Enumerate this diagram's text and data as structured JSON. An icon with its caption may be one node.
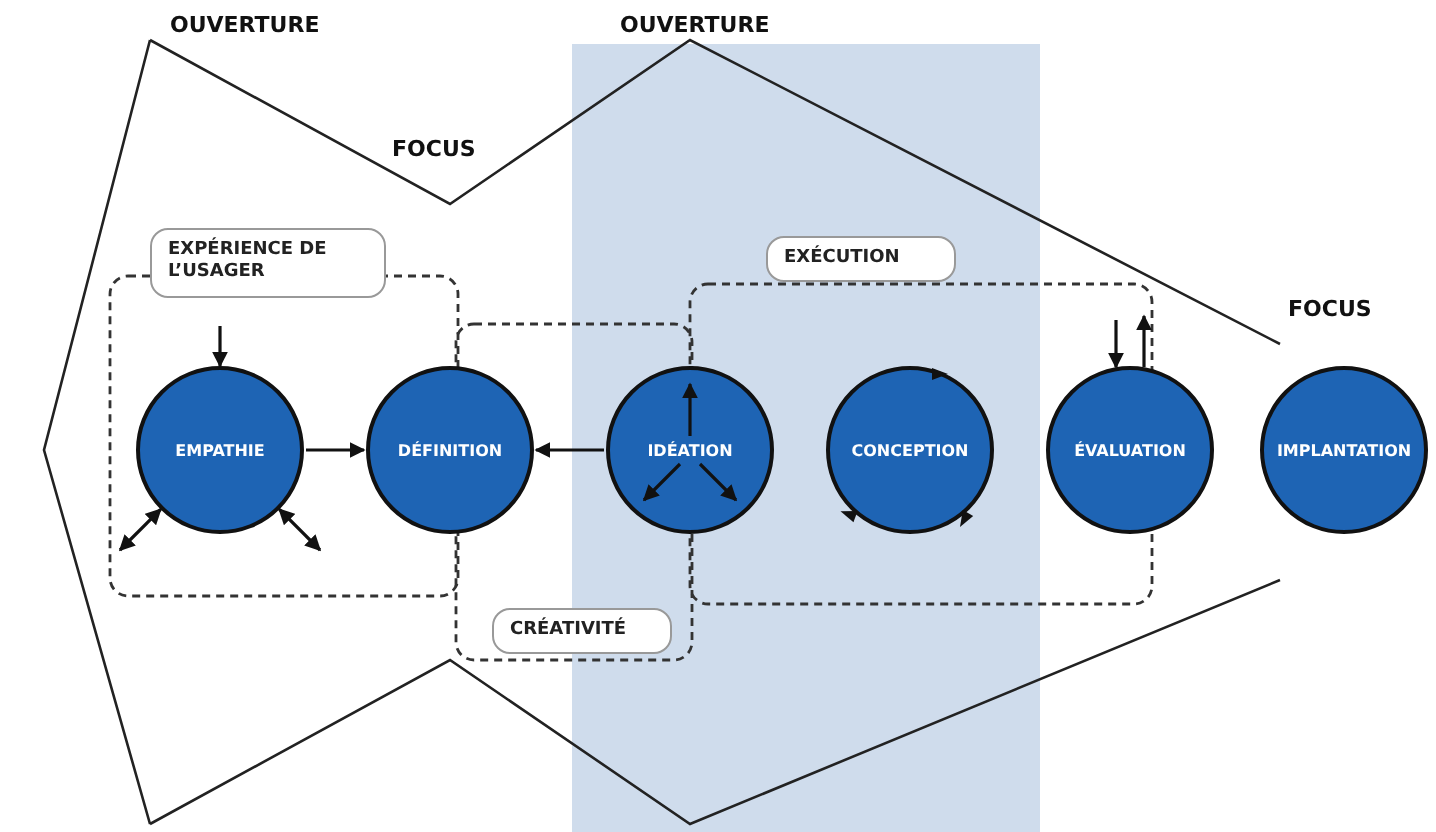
{
  "diagram": {
    "nodes": [
      {
        "text": [
          "EXPÉRIENCE DE L’USAGER"
        ]
      },
      {
        "text": [
          "CRÉATIVITÉ"
        ]
      },
      {
        "text": [
          "EXÉCUTION"
        ]
      },
      {
        "text": [
          "EMPATHIE"
        ]
      },
      {
        "text": [
          "DÉFINITION"
        ]
      },
      {
        "text": [
          "IDÉATION"
        ]
      },
      {
        "text": [
          "CONCEPTION"
        ]
      },
      {
        "text": [
          "ÉVALUATION"
        ]
      },
      {
        "text": [
          "IMPLANTATION"
        ]
      }
    ],
    "edges": [
      {
        "from": 3,
        "to": 4,
        "arrow": "to"
      },
      {
        "from": 5,
        "to": 4,
        "arrow": "to"
      },
      {
        "from": null,
        "to": 3,
        "arrow": "to"
      },
      {
        "from": 3,
        "to": null,
        "arrow": "both"
      },
      {
        "from": 3,
        "to": null,
        "arrow": "both"
      },
      {
        "from": null,
        "to": 7,
        "arrow": "to"
      },
      {
        "from": 7,
        "to": null,
        "arrow": "to"
      }
    ],
    "labels": [
      "OUVERTURE",
      "OUVERTURE",
      "FOCUS",
      "FOCUS"
    ]
  }
}
